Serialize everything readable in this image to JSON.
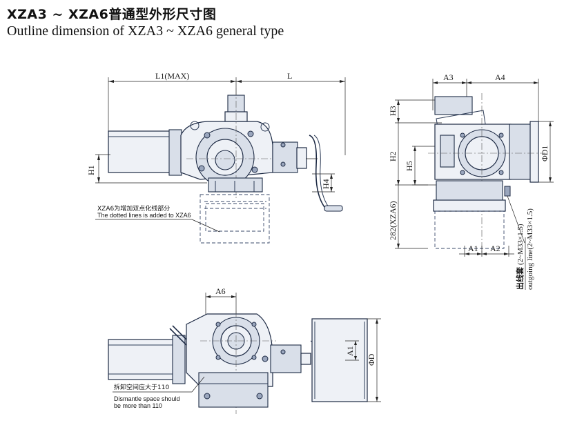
{
  "title": {
    "cn": "XZA3 ~ XZA6普通型外形尺寸图",
    "en": "Outline dimension of XZA3 ~ XZA6 general type"
  },
  "front_view": {
    "dim_l1max": "L1(MAX)",
    "dim_l": "L",
    "dim_h1": "H1",
    "dim_h4": "H4",
    "note_cn": "XZA6为增加双点化线部分",
    "note_en": "The dotted lines is added to XZA6"
  },
  "side_view": {
    "dim_a3": "A3",
    "dim_a4": "A4",
    "dim_h3": "H3",
    "dim_h2": "H2",
    "dim_h5": "H5",
    "dim_282": "282(XZA6)",
    "dim_a1": "A1",
    "dim_a2": "A2",
    "dim_d1": "ΦD1",
    "outlet_cn": "出线套",
    "outlet_m1": "(2~M33×1.5)",
    "outlet_en": "outgoing line(2~M33×1.5)"
  },
  "top_view": {
    "dim_a6": "A6",
    "dim_a1": "A1",
    "dim_d": "ΦD",
    "note_cn": "拆卸空间应大于110",
    "note_en_1": "Dismantle space should",
    "note_en_2": "be more than 110"
  }
}
